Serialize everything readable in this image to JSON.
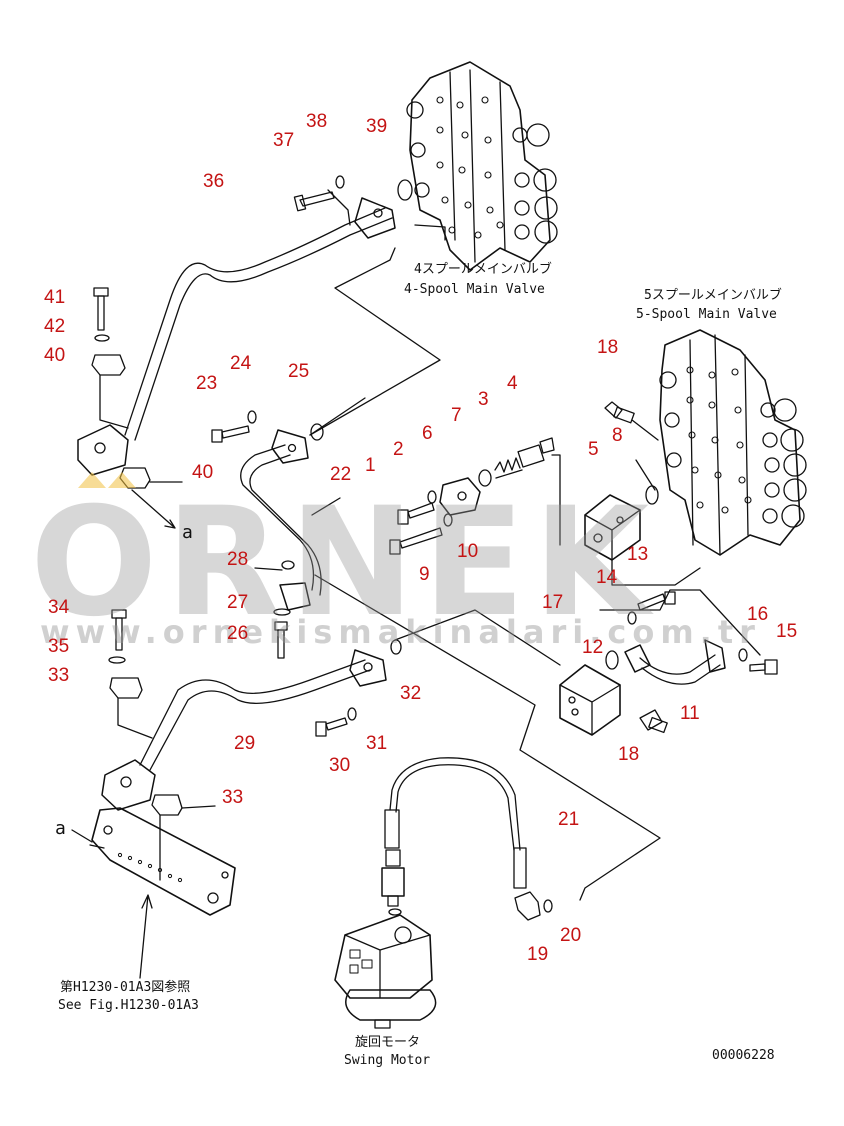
{
  "labels": {
    "main_valve_4_jp": "4スプールメインバルブ",
    "main_valve_4_en": "4-Spool Main Valve",
    "main_valve_5_jp": "5スプールメインバルブ",
    "main_valve_5_en": "5-Spool Main Valve",
    "swing_motor_jp": "旋回モータ",
    "swing_motor_en": "Swing Motor",
    "see_fig_jp": "第H1230-01A3図参照",
    "see_fig_en": "See Fig.H1230-01A3",
    "ref_a_top": "a",
    "ref_a_bottom": "a",
    "drawing_number": "00006228"
  },
  "callouts": {
    "n1": "1",
    "n2": "2",
    "n3": "3",
    "n4": "4",
    "n5": "5",
    "n6": "6",
    "n7": "7",
    "n8": "8",
    "n9": "9",
    "n10": "10",
    "n11": "11",
    "n12": "12",
    "n13": "13",
    "n14": "14",
    "n15": "15",
    "n16": "16",
    "n17": "17",
    "n18a": "18",
    "n18b": "18",
    "n19": "19",
    "n20": "20",
    "n21": "21",
    "n22": "22",
    "n23": "23",
    "n24": "24",
    "n25": "25",
    "n26": "26",
    "n27": "27",
    "n28": "28",
    "n29": "29",
    "n30": "30",
    "n31": "31",
    "n32": "32",
    "n33a": "33",
    "n33b": "33",
    "n34": "34",
    "n35": "35",
    "n36": "36",
    "n37": "37",
    "n38": "38",
    "n39": "39",
    "n40a": "40",
    "n40b": "40",
    "n41": "41",
    "n42": "42"
  },
  "watermark": {
    "main": "ORNEK",
    "url": "www.ornekismakinalari.com.tr"
  },
  "colors": {
    "callout": "#c41414",
    "line": "#111111",
    "watermark": "#969696",
    "accent": "#f0c040"
  }
}
